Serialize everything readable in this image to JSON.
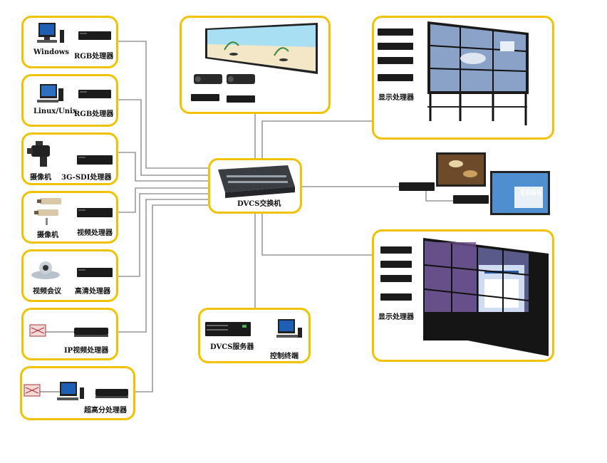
{
  "diagram": {
    "switch_label": "DVCS交换机",
    "sources": [
      {
        "device": "Windows",
        "processor": "RGB处理器"
      },
      {
        "device": "Linux/Unix",
        "processor": "RGB处理器"
      },
      {
        "device": "摄像机",
        "processor": "3G-SDI处理器"
      },
      {
        "device": "摄像机",
        "processor": "视频处理器"
      },
      {
        "device": "视频会议",
        "processor": "高清处理器"
      },
      {
        "device": "",
        "processor": "IP视频处理器"
      },
      {
        "device": "",
        "processor": "超高分处理器"
      }
    ],
    "server": {
      "server_label": "DVCS服务器",
      "terminal_label": "控制终端"
    },
    "displays": {
      "wall_top_label": "显示处理器",
      "wall_bottom_label": "显示处理器",
      "signage_text": "£666"
    }
  },
  "colors": {
    "box_border": "#f2c200",
    "line": "#9a9a9a",
    "device": "#1b1b1b"
  }
}
